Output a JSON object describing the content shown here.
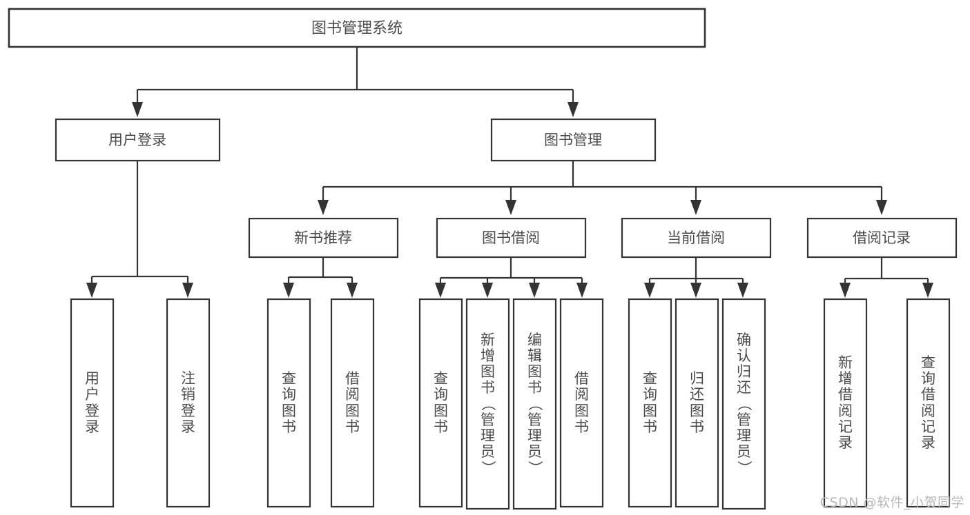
{
  "diagram": {
    "type": "tree-hierarchy",
    "title": "图书管理系统",
    "root": {
      "label": "图书管理系统"
    },
    "level1": [
      {
        "id": "user-login",
        "label": "用户登录"
      },
      {
        "id": "book-manage",
        "label": "图书管理"
      }
    ],
    "level2": [
      {
        "id": "new-book-recommend",
        "label": "新书推荐",
        "parent": "book-manage"
      },
      {
        "id": "book-borrow",
        "label": "图书借阅",
        "parent": "book-manage"
      },
      {
        "id": "current-borrow",
        "label": "当前借阅",
        "parent": "book-manage"
      },
      {
        "id": "borrow-record",
        "label": "借阅记录",
        "parent": "book-manage"
      }
    ],
    "leaves": [
      {
        "id": "leaf-user-login",
        "parent": "user-login",
        "label": "用户登录"
      },
      {
        "id": "leaf-logout",
        "parent": "user-login",
        "label": "注销登录"
      },
      {
        "id": "leaf-query-book-1",
        "parent": "new-book-recommend",
        "label": "查询图书"
      },
      {
        "id": "leaf-borrow-book-1",
        "parent": "new-book-recommend",
        "label": "借阅图书"
      },
      {
        "id": "leaf-query-book-2",
        "parent": "book-borrow",
        "label": "查询图书"
      },
      {
        "id": "leaf-add-book",
        "parent": "book-borrow",
        "label": "新增图书（管理员）"
      },
      {
        "id": "leaf-edit-book",
        "parent": "book-borrow",
        "label": "编辑图书（管理员）"
      },
      {
        "id": "leaf-borrow-book-2",
        "parent": "book-borrow",
        "label": "借阅图书"
      },
      {
        "id": "leaf-query-book-3",
        "parent": "current-borrow",
        "label": "查询图书"
      },
      {
        "id": "leaf-return-book",
        "parent": "current-borrow",
        "label": "归还图书"
      },
      {
        "id": "leaf-confirm-return",
        "parent": "current-borrow",
        "label": "确认归还（管理员）"
      },
      {
        "id": "leaf-add-record",
        "parent": "borrow-record",
        "label": "新增借阅记录"
      },
      {
        "id": "leaf-query-record",
        "parent": "borrow-record",
        "label": "查询借阅记录"
      }
    ],
    "watermark": "CSDN @软件_小贺同学",
    "colors": {
      "stroke": "#333333",
      "box_fill": "#ffffff",
      "text": "#4a4a4a",
      "watermark": "#b8b8b8",
      "background": "#ffffff"
    }
  }
}
